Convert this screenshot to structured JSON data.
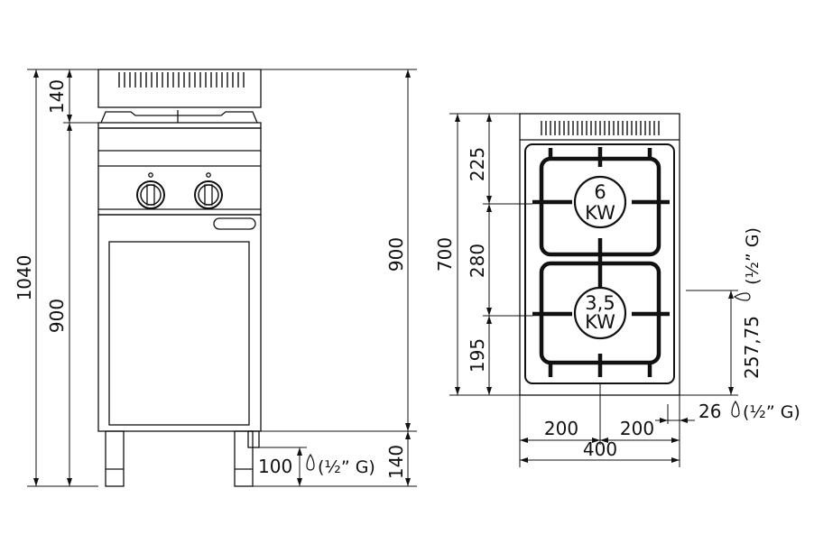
{
  "front_view": {
    "dim_total_height": "1040",
    "dim_body_height": "900",
    "dim_top_height": "140",
    "dim_body_height_right": "900",
    "dim_leg_height": "140",
    "gas_connection": "100",
    "gas_thread": "(½” G)"
  },
  "top_view": {
    "dim_depth": "700",
    "dim_rear": "225",
    "dim_middle": "280",
    "dim_front": "195",
    "gas_depth": "257,75",
    "gas_depth_thread": "(½” G)",
    "width_left": "200",
    "width_right": "200",
    "width_total": "400",
    "gas_offset": "26",
    "gas_offset_thread": "(½” G)",
    "burner_rear_power": "6",
    "burner_rear_unit": "KW",
    "burner_front_power": "3,5",
    "burner_front_unit": "KW"
  },
  "icons": {
    "gas_connection": "gas-flame-icon"
  }
}
